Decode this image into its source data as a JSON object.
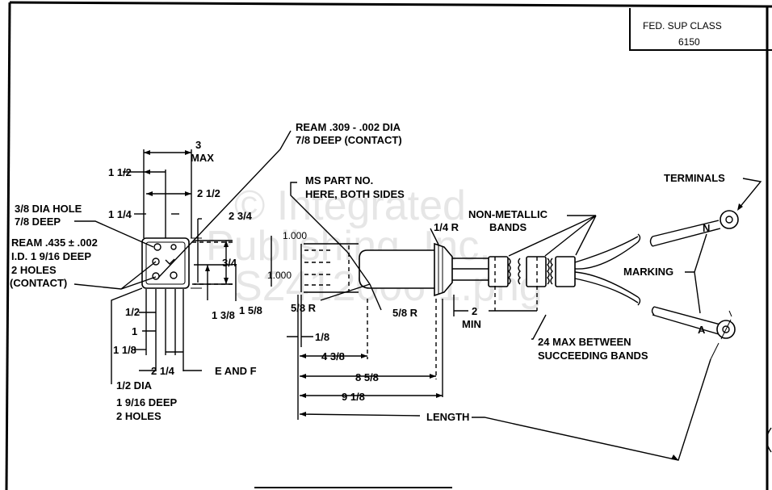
{
  "title_block": {
    "line1": "FED. SUP CLASS",
    "line2": "6150"
  },
  "watermark": {
    "line1": "© Integrated",
    "line2": "Publishing, Inc.",
    "line3": "S2412006 1.png"
  },
  "callouts": {
    "ream_309_l1": "REAM .309 - .002 DIA",
    "ream_309_l2": "7/8 DEEP (CONTACT)",
    "ms_part_l1": "MS PART  NO.",
    "ms_part_l2": "HERE, BOTH SIDES",
    "hole38_l1": "3/8 DIA HOLE",
    "hole38_l2": "7/8 DEEP",
    "ream435_l1": "REAM .435 ± .002",
    "ream435_l2": "I.D. 1 9/16 DEEP",
    "ream435_l3": "2 HOLES",
    "ream435_l4": "(CONTACT)",
    "half_dia_l1": "1/2 DIA",
    "half_dia_l2": "1 9/16 DEEP",
    "half_dia_l3": "2 HOLES",
    "non_metallic_l1": "NON-METALLIC",
    "non_metallic_l2": "BANDS",
    "terminals": "TERMINALS",
    "marking": "MARKING",
    "band_spacing_l1": "24 MAX BETWEEN",
    "band_spacing_l2": "SUCCEEDING BANDS",
    "length": "LENGTH",
    "e_and_f": "E AND F",
    "mark_n": "N",
    "mark_a": "A"
  },
  "dimensions": {
    "three_max_l1": "3",
    "three_max_l2": "MAX",
    "one_half_top": "1 1/2",
    "two_half": "2 1/2",
    "one_quarter": "1 1/4",
    "two_three_quarter": "2 3/4",
    "three_quarter": "3/4",
    "one_three_eighth": "1 3/8",
    "one_five_eighth": "1 5/8",
    "one_thousand_a": "1.000",
    "one_thousand_b": "1.000",
    "half": "1/2",
    "one": "1",
    "one_eighth_left": "1 1/8",
    "two_quarter": "2 1/4",
    "five_eighth_r_a": "5/8 R",
    "five_eighth_r_b": "5/8 R",
    "quarter_r": "1/4 R",
    "one_eighth": "1/8",
    "four_three_eighth": "4 3/8",
    "eight_five_eighth": "8 5/8",
    "nine_one_eighth": "9 1/8",
    "two_min_l1": "2",
    "two_min_l2": "MIN"
  }
}
